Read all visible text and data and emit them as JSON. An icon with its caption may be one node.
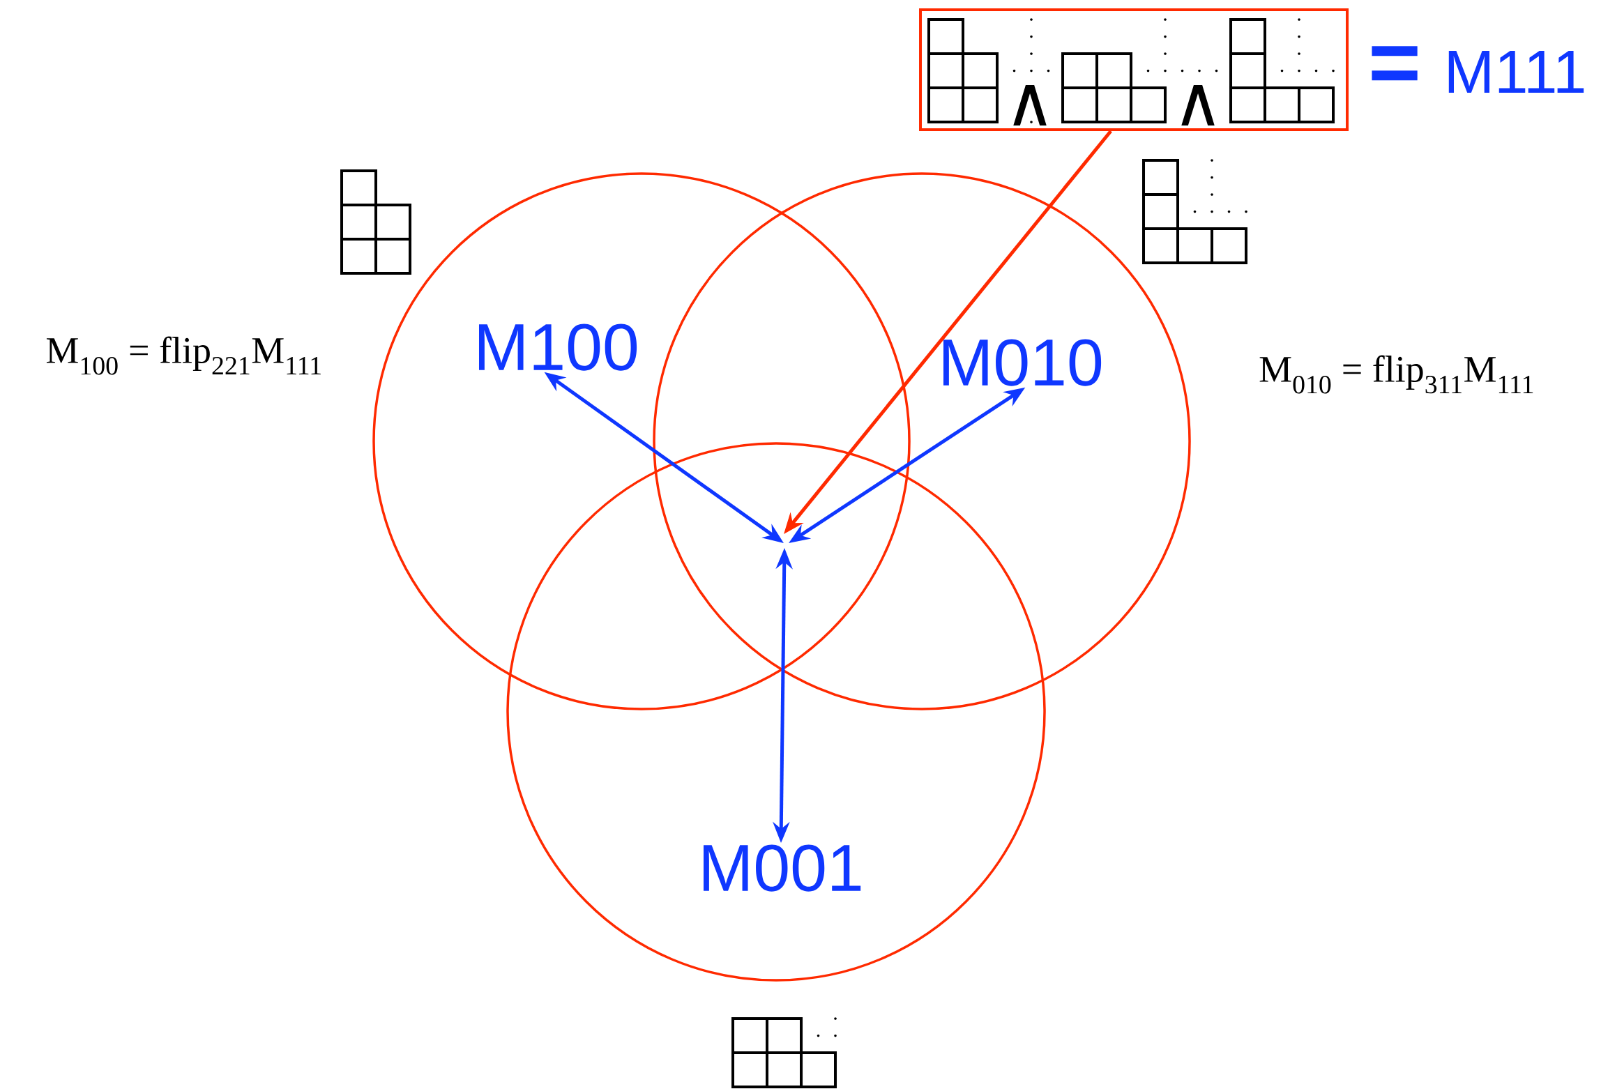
{
  "diagram": {
    "nodes": [
      {
        "text": [
          "∧",
          "∧"
        ],
        "beside": [
          "=",
          "M111"
        ]
      },
      {
        "text": [],
        "shape": "circle"
      },
      {
        "text": [],
        "shape": "circle"
      },
      {
        "text": [],
        "shape": "circle"
      },
      {
        "text": [
          "M100"
        ],
        "in": 1
      },
      {
        "text": [
          "M010"
        ],
        "in": 2
      },
      {
        "text": [
          "M001"
        ],
        "in": 3
      }
    ],
    "edges": [
      {
        "from": 0,
        "to": null,
        "arrow": "to",
        "color": "#ff2a00"
      },
      {
        "from": null,
        "to": 4,
        "arrow": "both"
      },
      {
        "from": null,
        "to": 5,
        "arrow": "both"
      },
      {
        "from": null,
        "to": 6,
        "arrow": "both"
      }
    ],
    "labels": [
      "M$_{100}$ = flip$_{221}$M$_{111}$",
      "M$_{010}$ = flip$_{311}$M$_{111}$"
    ]
  }
}
